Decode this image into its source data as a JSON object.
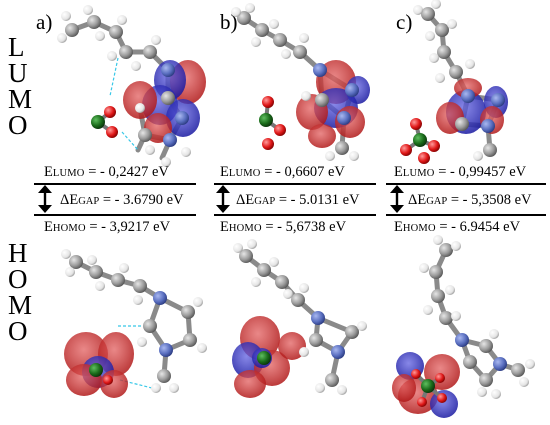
{
  "side_labels": {
    "lumo": [
      "L",
      "U",
      "M",
      "O"
    ],
    "homo": [
      "H",
      "O",
      "M",
      "O"
    ]
  },
  "panels": [
    {
      "label": "a)",
      "lumo": {
        "prefix": "E",
        "sub": "LUMO",
        "value": "= - 0,2427 eV"
      },
      "gap": {
        "prefix": "ΔE",
        "sub": "GAP",
        "value": "= - 3.6790 eV"
      },
      "homo": {
        "prefix": "E",
        "sub": "HOMO",
        "value": "= - 3,9217 eV"
      }
    },
    {
      "label": "b)",
      "lumo": {
        "prefix": "E",
        "sub": "LUMO",
        "value": "= - 0,6607 eV"
      },
      "gap": {
        "prefix": "ΔE",
        "sub": "GAP",
        "value": "= - 5.0131 eV"
      },
      "homo": {
        "prefix": "E",
        "sub": "HOMO",
        "value": "= - 5,6738 eV"
      }
    },
    {
      "label": "c)",
      "lumo": {
        "prefix": "E",
        "sub": "LUMO",
        "value": "= - 0,99457 eV"
      },
      "gap": {
        "prefix": "ΔE",
        "sub": "GAP",
        "value": "= - 5,3508 eV"
      },
      "homo": {
        "prefix": "E",
        "sub": "HOMO",
        "value": "= - 6.9454 eV"
      }
    }
  ],
  "colors": {
    "carbon": "#9a9a9a",
    "hydrogen": "#eeeeee",
    "nitrogen": "#5a6fc0",
    "oxygen": "#e01818",
    "boron": "#1a6b1a",
    "orbital_positive": "#c02828",
    "orbital_negative": "#2828b0",
    "hbond": "#38c8e8"
  }
}
